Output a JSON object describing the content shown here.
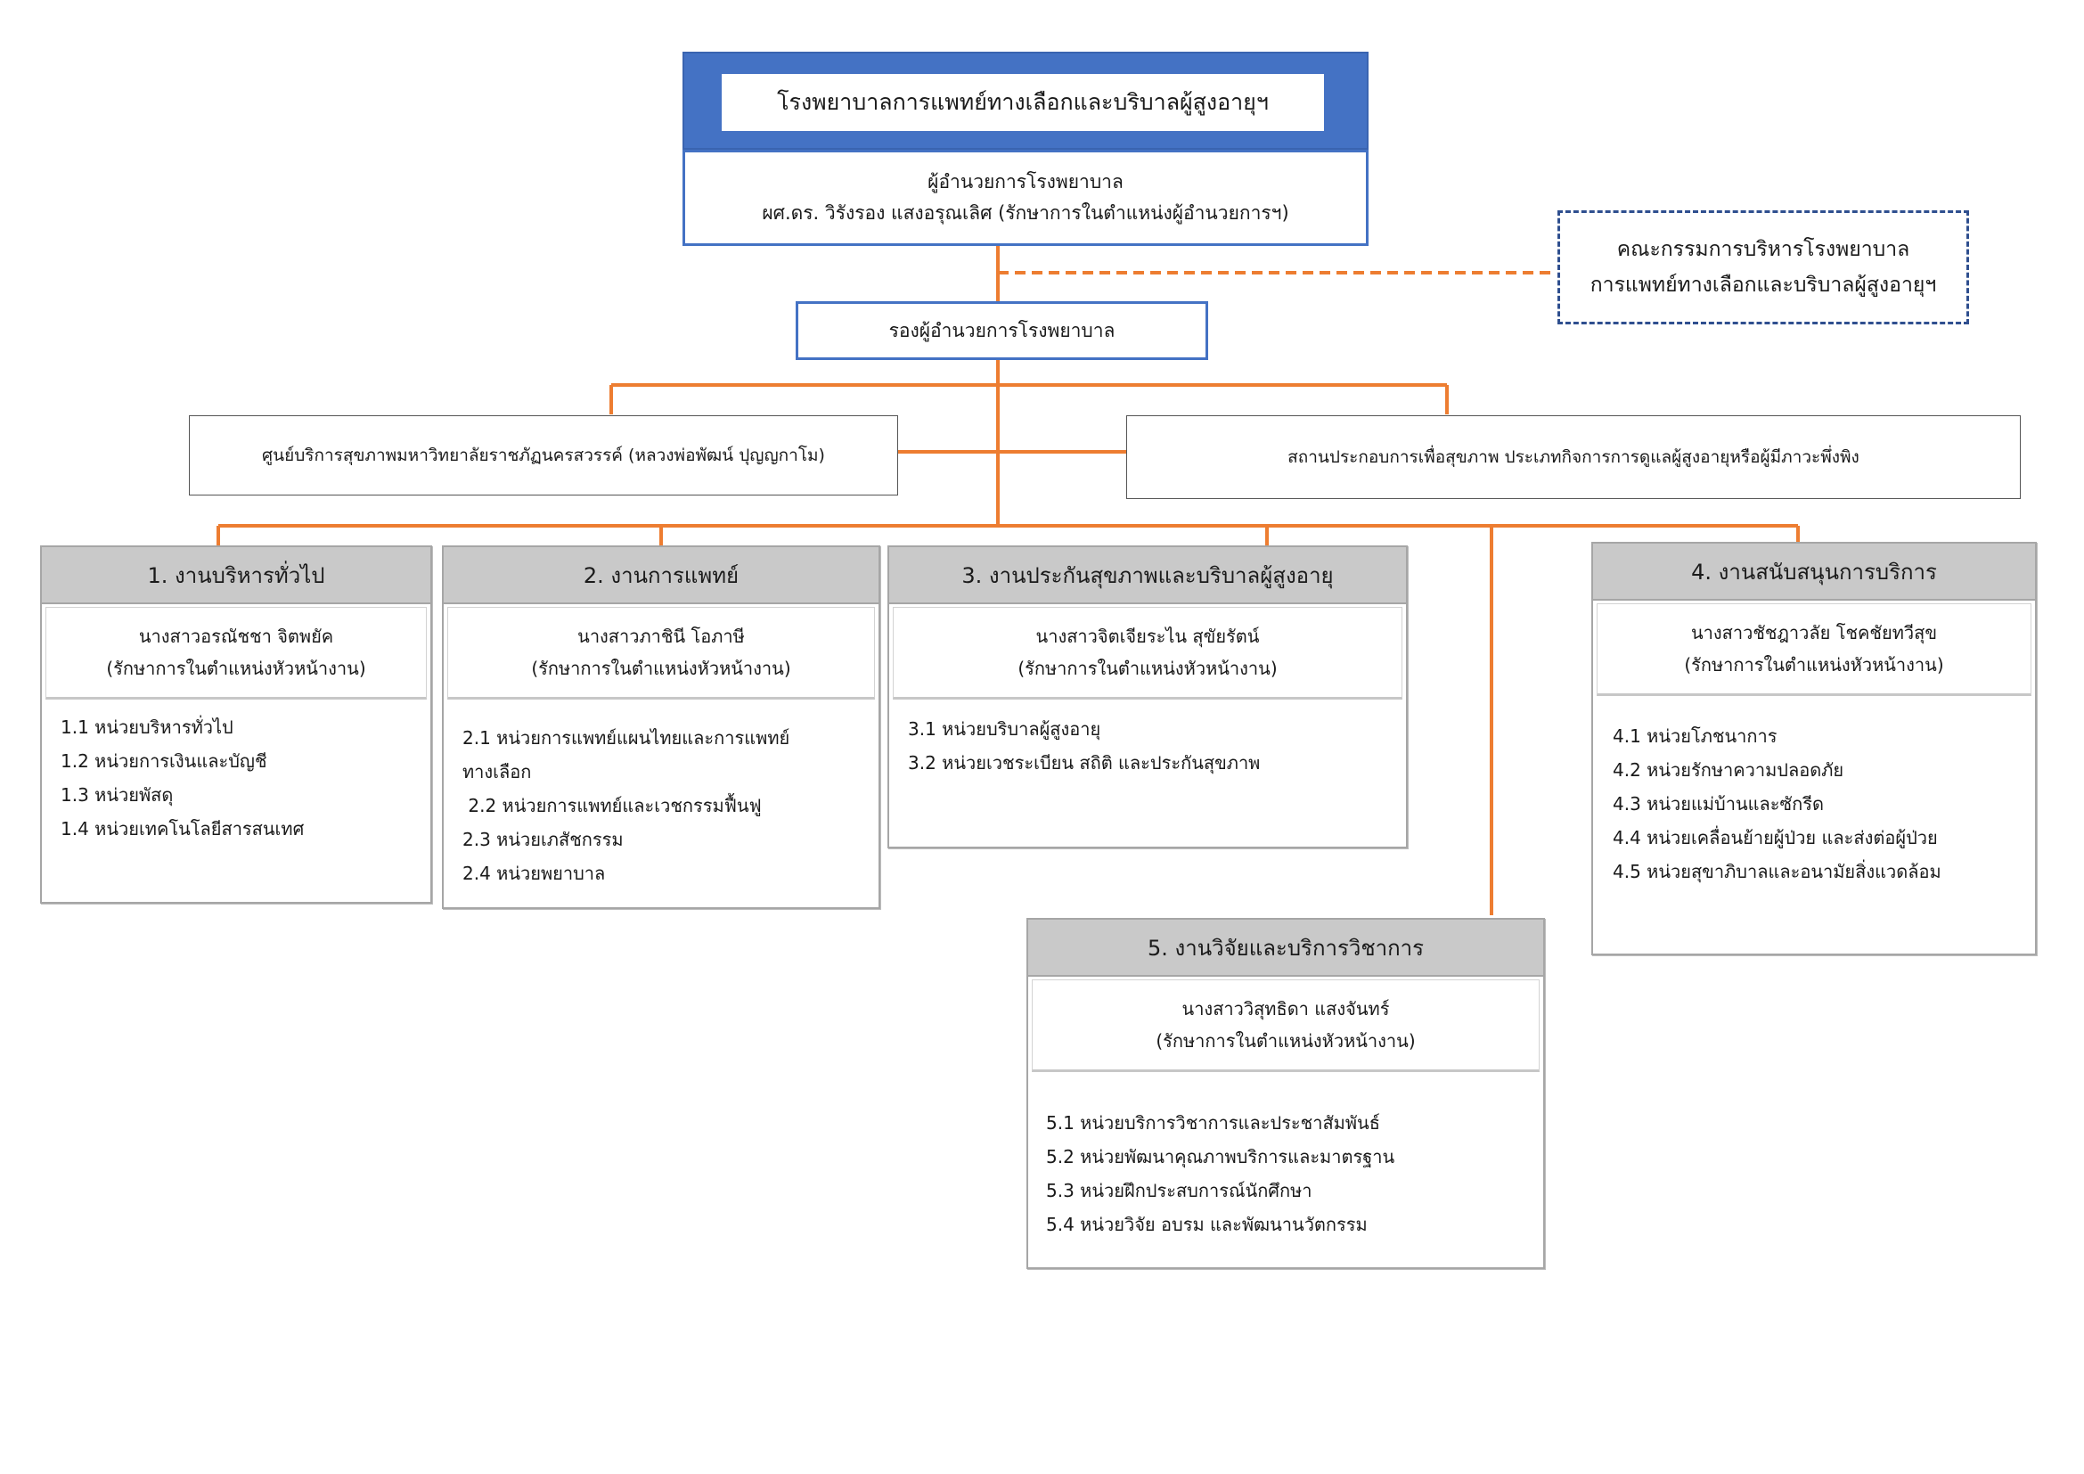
{
  "hospital": {
    "name": "โรงพยาบาลการแพทย์ทางเลือกและบริบาลผู้สูงอายุฯ"
  },
  "director": {
    "title": "ผู้อำนวยการโรงพยาบาล",
    "name": "ผศ.ดร. วิรังรอง แสงอรุณเลิศ (รักษาการในตำแหน่งผู้อำนวยการฯ)"
  },
  "committee": {
    "line1": "คณะกรรมการบริหารโรงพยาบาล",
    "line2": "การแพทย์ทางเลือกและบริบาลผู้สูงอายุฯ"
  },
  "deputy": {
    "title": "รองผู้อำนวยการโรงพยาบาล"
  },
  "centers": {
    "left": "ศูนย์บริการสุขภาพมหาวิทยาลัยราชภัฏนครสวรรค์ (หลวงพ่อพัฒน์ ปุญญกาโม)",
    "right": "สถานประกอบการเพื่อสุขภาพ ประเภทกิจการการดูแลผู้สูงอายุหรือผู้มีภาวะพึ่งพิง"
  },
  "departments": [
    {
      "title": "1. งานบริหารทั่วไป",
      "head": "นางสาวอรณัชชา จิตพยัค",
      "role": "(รักษาการในตำแหน่งหัวหน้างาน)",
      "units": [
        "1.1 หน่วยบริหารทั่วไป",
        "1.2 หน่วยการเงินและบัญชี",
        "1.3 หน่วยพัสดุ",
        "1.4 หน่วยเทคโนโลยีสารสนเทศ"
      ]
    },
    {
      "title": "2. งานการแพทย์",
      "head": "นางสาวภาชินี โอภาษี",
      "role": "(รักษาการในตำแหน่งหัวหน้างาน)",
      "units": [
        "2.1 หน่วยการแพทย์แผนไทยและการแพทย์",
        "ทางเลือก",
        " 2.2 หน่วยการแพทย์และเวชกรรมฟื้นฟู",
        "2.3 หน่วยเภสัชกรรม",
        "2.4 หน่วยพยาบาล"
      ]
    },
    {
      "title": "3. งานประกันสุขภาพและบริบาลผู้สูงอายุ",
      "head": "นางสาวจิตเจียระไน สุขัยรัตน์",
      "role": "(รักษาการในตำแหน่งหัวหน้างาน)",
      "units": [
        "3.1 หน่วยบริบาลผู้สูงอายุ",
        "3.2 หน่วยเวชระเบียน สถิติ และประกันสุขภาพ"
      ]
    },
    {
      "title": "4. งานสนับสนุนการบริการ",
      "head": "นางสาวชัชฎาวลัย โชคชัยทวีสุข",
      "role": "(รักษาการในตำแหน่งหัวหน้างาน)",
      "units": [
        "4.1 หน่วยโภชนาการ",
        "4.2 หน่วยรักษาความปลอดภัย",
        "4.3 หน่วยแม่บ้านและซักรีด",
        "4.4 หน่วยเคลื่อนย้ายผู้ป่วย และส่งต่อผู้ป่วย",
        "4.5 หน่วยสุขาภิบาลและอนามัยสิ่งแวดล้อม"
      ]
    },
    {
      "title": "5. งานวิจัยและบริการวิชาการ",
      "head": "นางสาววิสุทธิดา แสงจันทร์",
      "role": "(รักษาการในตำแหน่งหัวหน้างาน)",
      "units": [
        "5.1 หน่วยบริการวิชาการและประชาสัมพันธ์",
        "5.2 หน่วยพัฒนาคุณภาพบริการและมาตรฐาน",
        "5.3 หน่วยฝึกประสบการณ์นักศึกษา",
        "5.4 หน่วยวิจัย อบรม และพัฒนานวัตกรรม"
      ]
    }
  ],
  "colors": {
    "connector": "#ed7d31",
    "accent_blue": "#4472c4",
    "dept_header": "#c9c9c9"
  }
}
